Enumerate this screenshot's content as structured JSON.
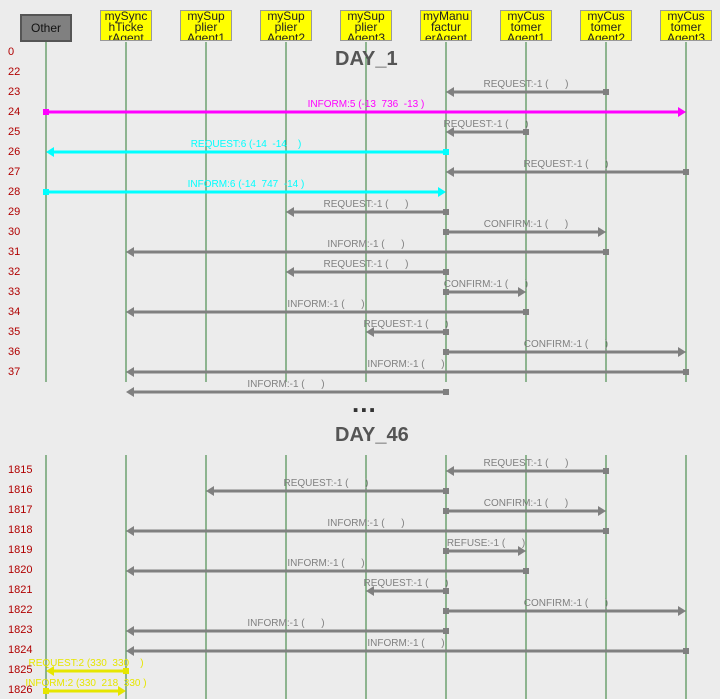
{
  "agents": [
    {
      "id": "other",
      "label": "Other",
      "style": "gray"
    },
    {
      "id": "tick",
      "label": "mySync\nhTicke\nrAgent",
      "style": "yellow"
    },
    {
      "id": "sup1",
      "label": "mySup\nplier\nAgent1",
      "style": "yellow"
    },
    {
      "id": "sup2",
      "label": "mySup\nplier\nAgent2",
      "style": "yellow"
    },
    {
      "id": "sup3",
      "label": "mySup\nplier\nAgent3",
      "style": "yellow"
    },
    {
      "id": "manu",
      "label": "myManu\nfactur\nerAgent",
      "style": "yellow"
    },
    {
      "id": "cus1",
      "label": "myCus\ntomer\nAgent1",
      "style": "yellow"
    },
    {
      "id": "cus2",
      "label": "myCus\ntomer\nAgent2",
      "style": "yellow"
    },
    {
      "id": "cus3",
      "label": "myCus\ntomer\nAgent3",
      "style": "yellow"
    }
  ],
  "colors": {
    "gray": "#808080",
    "magenta": "#ff00ff",
    "cyan": "#00ffff",
    "yellow": "#e6e600",
    "lifeline": "#2e7d32",
    "rownum": "#b00000"
  },
  "day1": {
    "title": "DAY_1",
    "rows": [
      {
        "num": "0"
      },
      {
        "num": "22",
        "from": "cus2",
        "to": "manu",
        "label": "REQUEST:-1 (      )",
        "color": "gray"
      },
      {
        "num": "23",
        "from": "other",
        "to": "cus3",
        "label": "INFORM:5 (-13  736  -13 )",
        "color": "magenta"
      },
      {
        "num": "24",
        "from": "cus1",
        "to": "manu",
        "label": "REQUEST:-1 (      )",
        "color": "gray"
      },
      {
        "num": "25",
        "from": "manu",
        "to": "other",
        "label": "REQUEST:6 (-14  -14    )",
        "color": "cyan"
      },
      {
        "num": "26",
        "from": "cus3",
        "to": "manu",
        "label": "REQUEST:-1 (      )",
        "color": "gray"
      },
      {
        "num": "27",
        "from": "other",
        "to": "manu",
        "label": "INFORM:6 (-14  747  -14 )",
        "color": "cyan"
      },
      {
        "num": "28",
        "from": "manu",
        "to": "sup2",
        "label": "REQUEST:-1 (      )",
        "color": "gray"
      },
      {
        "num": "29",
        "from": "manu",
        "to": "cus2",
        "label": "CONFIRM:-1 (      )",
        "color": "gray"
      },
      {
        "num": "30",
        "from": "cus2",
        "to": "tick",
        "label": "INFORM:-1 (      )",
        "color": "gray"
      },
      {
        "num": "31",
        "from": "manu",
        "to": "sup2",
        "label": "REQUEST:-1 (      )",
        "color": "gray"
      },
      {
        "num": "32",
        "from": "manu",
        "to": "cus1",
        "label": "CONFIRM:-1 (      )",
        "color": "gray"
      },
      {
        "num": "33",
        "from": "cus1",
        "to": "tick",
        "label": "INFORM:-1 (      )",
        "color": "gray"
      },
      {
        "num": "34",
        "from": "manu",
        "to": "sup3",
        "label": "REQUEST:-1 (      )",
        "color": "gray"
      },
      {
        "num": "35",
        "from": "manu",
        "to": "cus3",
        "label": "CONFIRM:-1 (      )",
        "color": "gray"
      },
      {
        "num": "36",
        "from": "cus3",
        "to": "tick",
        "label": "INFORM:-1 (      )",
        "color": "gray"
      },
      {
        "num": "37",
        "from": "manu",
        "to": "tick",
        "label": "INFORM:-1 (      )",
        "color": "gray"
      }
    ]
  },
  "separator": "...",
  "day46": {
    "title": "DAY_46",
    "rows": [
      {
        "num": "1815",
        "from": "cus2",
        "to": "manu",
        "label": "REQUEST:-1 (      )",
        "color": "gray"
      },
      {
        "num": "1816",
        "from": "manu",
        "to": "sup1",
        "label": "REQUEST:-1 (      )",
        "color": "gray"
      },
      {
        "num": "1817",
        "from": "manu",
        "to": "cus2",
        "label": "CONFIRM:-1 (      )",
        "color": "gray"
      },
      {
        "num": "1818",
        "from": "cus2",
        "to": "tick",
        "label": "INFORM:-1 (      )",
        "color": "gray"
      },
      {
        "num": "1819",
        "from": "manu",
        "to": "cus1",
        "label": "REFUSE:-1 (      )",
        "color": "gray"
      },
      {
        "num": "1820",
        "from": "cus1",
        "to": "tick",
        "label": "INFORM:-1 (      )",
        "color": "gray"
      },
      {
        "num": "1821",
        "from": "manu",
        "to": "sup3",
        "label": "REQUEST:-1 (      )",
        "color": "gray"
      },
      {
        "num": "1822",
        "from": "manu",
        "to": "cus3",
        "label": "CONFIRM:-1 (      )",
        "color": "gray"
      },
      {
        "num": "1823",
        "from": "manu",
        "to": "tick",
        "label": "INFORM:-1 (      )",
        "color": "gray"
      },
      {
        "num": "1824",
        "from": "cus3",
        "to": "tick",
        "label": "INFORM:-1 (      )",
        "color": "gray"
      },
      {
        "num": "1825",
        "from": "tick",
        "to": "other",
        "label": "REQUEST:2 (330  330    )",
        "color": "yellow"
      },
      {
        "num": "1826",
        "from": "other",
        "to": "tick",
        "label": "INFORM:2 (330  218  330 )",
        "color": "yellow"
      }
    ]
  }
}
